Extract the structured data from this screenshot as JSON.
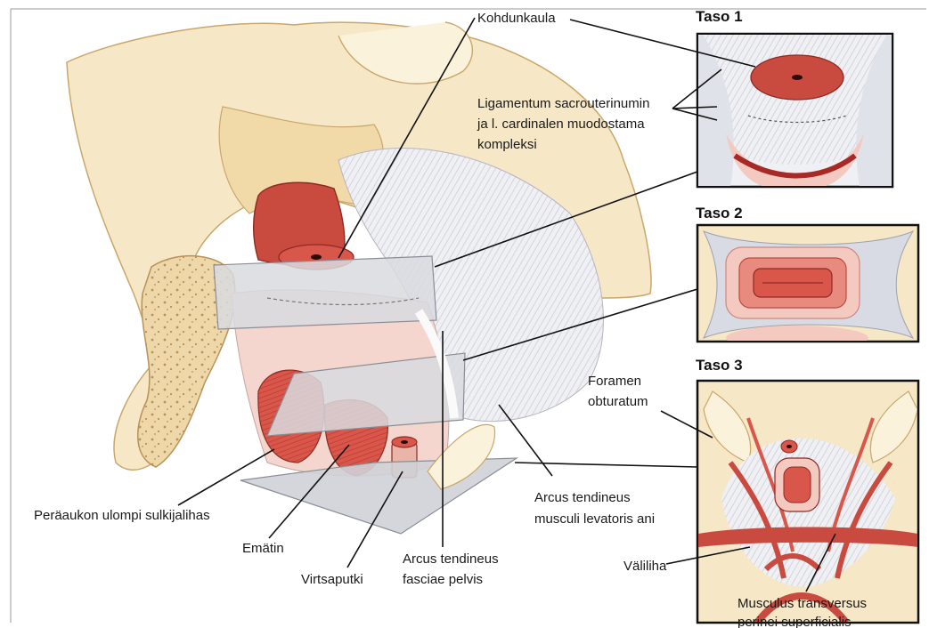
{
  "labels": {
    "kohdunkaula": "Kohdunkaula",
    "ligamentum_l1": "Ligamentum sacrouterinumin",
    "ligamentum_l2": "ja l. cardinalen muodostama",
    "ligamentum_l3": "kompleksi",
    "foramen_l1": "Foramen",
    "foramen_l2": "obturatum",
    "perauukon": "Peräaukon ulompi sulkijalihas",
    "arcus_levator_l1": "Arcus tendineus",
    "arcus_levator_l2": "musculi levatoris ani",
    "ematin": "Emätin",
    "virtsaputki": "Virtsaputki",
    "arcus_fascia_l1": "Arcus tendineus",
    "arcus_fascia_l2": "fasciae pelvis",
    "valiliha": "Väliliha",
    "transversus_l1": "Musculus transversus",
    "transversus_l2": "perinei superficialis"
  },
  "panels": {
    "taso1": "Taso 1",
    "taso2": "Taso 2",
    "taso3": "Taso 3"
  },
  "colors": {
    "bone": "#f6e7c6",
    "bone_edge": "#c9a76a",
    "muscle": "#d9574a",
    "muscle_dark": "#a82a26",
    "fascia": "#d8dbe3",
    "pink": "#f4c9c0"
  }
}
